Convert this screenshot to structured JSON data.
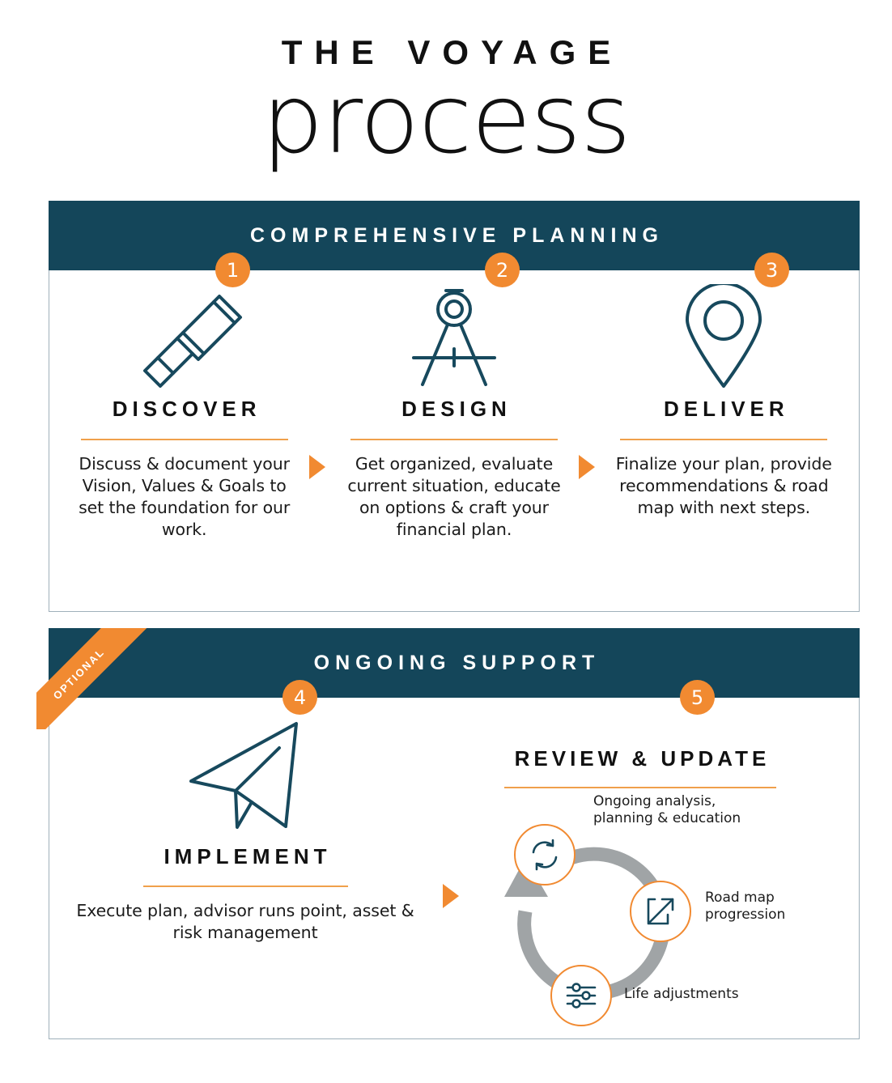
{
  "title": {
    "eyebrow": "THE VOYAGE",
    "main": "process"
  },
  "colors": {
    "navy": "#14465a",
    "orange": "#f18a31",
    "rule_orange": "#f0a04b",
    "gray_arrow": "#a0a4a6",
    "text": "#1b1b1b"
  },
  "sections": [
    {
      "id": "comprehensive-planning",
      "band_title": "COMPREHENSIVE PLANNING",
      "ribbon": null,
      "steps": [
        {
          "number": "1",
          "title": "DISCOVER",
          "icon": "telescope-icon",
          "body": "Discuss & document your Vision, Values & Goals to set the foundation for our work."
        },
        {
          "number": "2",
          "title": "DESIGN",
          "icon": "drafting-compass-icon",
          "body": "Get organized, evaluate current situation, educate on options & craft your financial plan."
        },
        {
          "number": "3",
          "title": "DELIVER",
          "icon": "map-pin-icon",
          "body": "Finalize your plan, provide recommendations & road map with next steps."
        }
      ]
    },
    {
      "id": "ongoing-support",
      "band_title": "ONGOING SUPPORT",
      "ribbon": "OPTIONAL",
      "steps": [
        {
          "number": "4",
          "title": "IMPLEMENT",
          "icon": "paper-plane-icon",
          "body": "Execute plan, advisor runs point, asset & risk management"
        },
        {
          "number": "5",
          "title": "REVIEW & UPDATE",
          "icon": "cycle-diagram",
          "cycle": [
            {
              "icon": "refresh-icon",
              "label": "Ongoing analysis, planning & education"
            },
            {
              "icon": "growth-arrow-icon",
              "label": "Road map progression"
            },
            {
              "icon": "sliders-icon",
              "label": "Life adjustments"
            }
          ]
        }
      ]
    }
  ]
}
